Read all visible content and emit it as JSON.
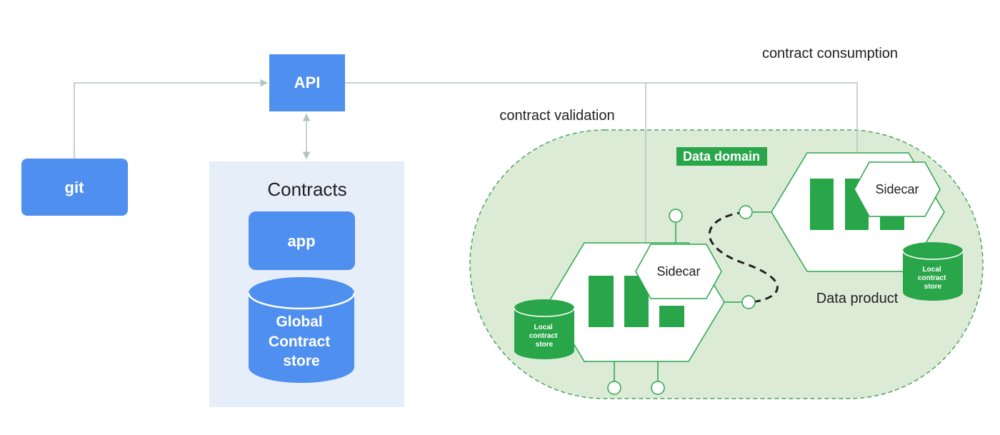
{
  "colors": {
    "blue": "#4f8fef",
    "green": "#2aa64a",
    "contracts_panel": "#e6eefa",
    "domain_fill": "#dcebd6",
    "domain_border": "#4ba45f",
    "connector": "#b3c4c1",
    "text": "#202124"
  },
  "labels": {
    "api": "API",
    "git": "git",
    "contracts_title": "Contracts",
    "app": "app",
    "global_store": [
      "Global",
      "Contract",
      "store"
    ],
    "contract_validation": "contract validation",
    "contract_consumption": "contract consumption",
    "data_domain": "Data domain",
    "sidecar_left": "Sidecar",
    "sidecar_right": "Sidecar",
    "local_store_left": [
      "Local",
      "contract",
      "store"
    ],
    "local_store_right": [
      "Local",
      "contract",
      "store"
    ],
    "data_product": "Data product"
  },
  "icons": {
    "product_bars": "bar-chart-icon",
    "port": "port-circle-icon"
  }
}
